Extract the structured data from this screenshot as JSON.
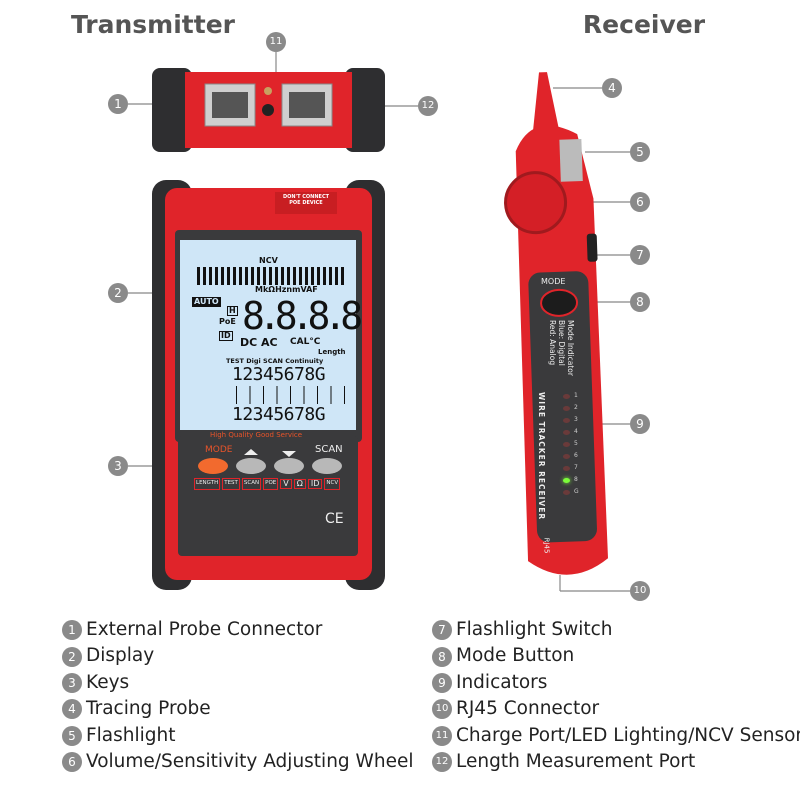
{
  "titles": {
    "transmitter": "Transmitter",
    "receiver": "Receiver"
  },
  "transmitter": {
    "warning": "DON'T CONNECT POE DEVICE",
    "lcd": {
      "ncv": "NCV",
      "units": "MkΩHznmVAF",
      "auto": "AUTO",
      "h": "H",
      "poe": "PoE",
      "id": "ID",
      "digits": "8.8.8.8",
      "dcac": "DC AC",
      "cal": "CAL°C",
      "length": "Length",
      "modes": "TEST Digi SCAN Continuity",
      "pins": "12345678G"
    },
    "slogan": "High Quality Good Service",
    "keys": {
      "mode": "MODE",
      "scan": "SCAN"
    },
    "functions": [
      "LENGTH",
      "TEST",
      "SCAN",
      "POE",
      "V",
      "Ω",
      "ID",
      "NCV"
    ],
    "ce": "CE"
  },
  "receiver": {
    "mode": "MODE",
    "indicator": [
      "Mode Indicator",
      "Blue: Digital",
      "Red: Analog"
    ],
    "label": "WIRE TRACKER RECEIVER",
    "port": "RJ45",
    "leds": [
      "1",
      "2",
      "3",
      "4",
      "5",
      "6",
      "7",
      "8",
      "G"
    ],
    "active_led": "8",
    "led_on_color": "#7CFC3A"
  },
  "callouts": [
    "1",
    "2",
    "3",
    "4",
    "5",
    "6",
    "7",
    "8",
    "9",
    "10",
    "11",
    "12"
  ],
  "legend": {
    "left": [
      {
        "n": "1",
        "text": "External Probe Connector"
      },
      {
        "n": "2",
        "text": "Display"
      },
      {
        "n": "3",
        "text": "Keys"
      },
      {
        "n": "4",
        "text": "Tracing Probe"
      },
      {
        "n": "5",
        "text": "Flashlight"
      },
      {
        "n": "6",
        "text": "Volume/Sensitivity Adjusting Wheel"
      }
    ],
    "right": [
      {
        "n": "7",
        "text": "Flashlight Switch"
      },
      {
        "n": "8",
        "text": "Mode Button"
      },
      {
        "n": "9",
        "text": "Indicators"
      },
      {
        "n": "10",
        "text": "RJ45 Connector"
      },
      {
        "n": "11",
        "text": "Charge Port/LED Lighting/NCV Sensor"
      },
      {
        "n": "12",
        "text": "Length Measurement Port"
      }
    ]
  },
  "colors": {
    "body_red": "#e0242a",
    "dark": "#3a3a3c",
    "lcd": "#cfe6f7",
    "callout": "#8a8a8a"
  }
}
